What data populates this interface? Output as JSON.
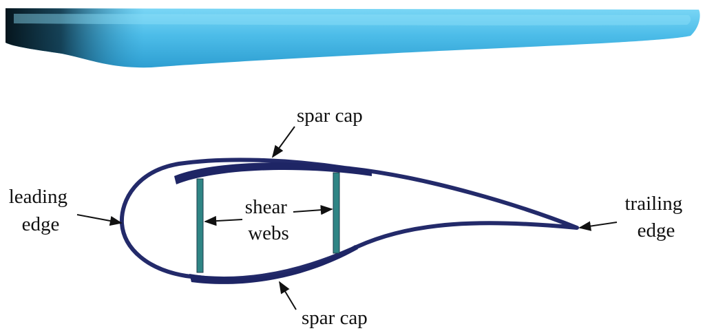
{
  "labels": {
    "spar_cap_top": "spar cap",
    "spar_cap_bottom": "spar cap",
    "leading_edge": [
      "leading",
      "edge"
    ],
    "shear_webs": [
      "shear",
      "webs"
    ],
    "trailing_edge": [
      "trailing",
      "edge"
    ]
  },
  "colors": {
    "blade_light": "#5cc8ef",
    "blade_mid": "#3aa9dc",
    "blade_dark": "#0d2a3a",
    "airfoil_shell": "#232a6a",
    "spar_cap": "#1e2565",
    "shear_web": "#2f8585",
    "text": "#111111"
  }
}
